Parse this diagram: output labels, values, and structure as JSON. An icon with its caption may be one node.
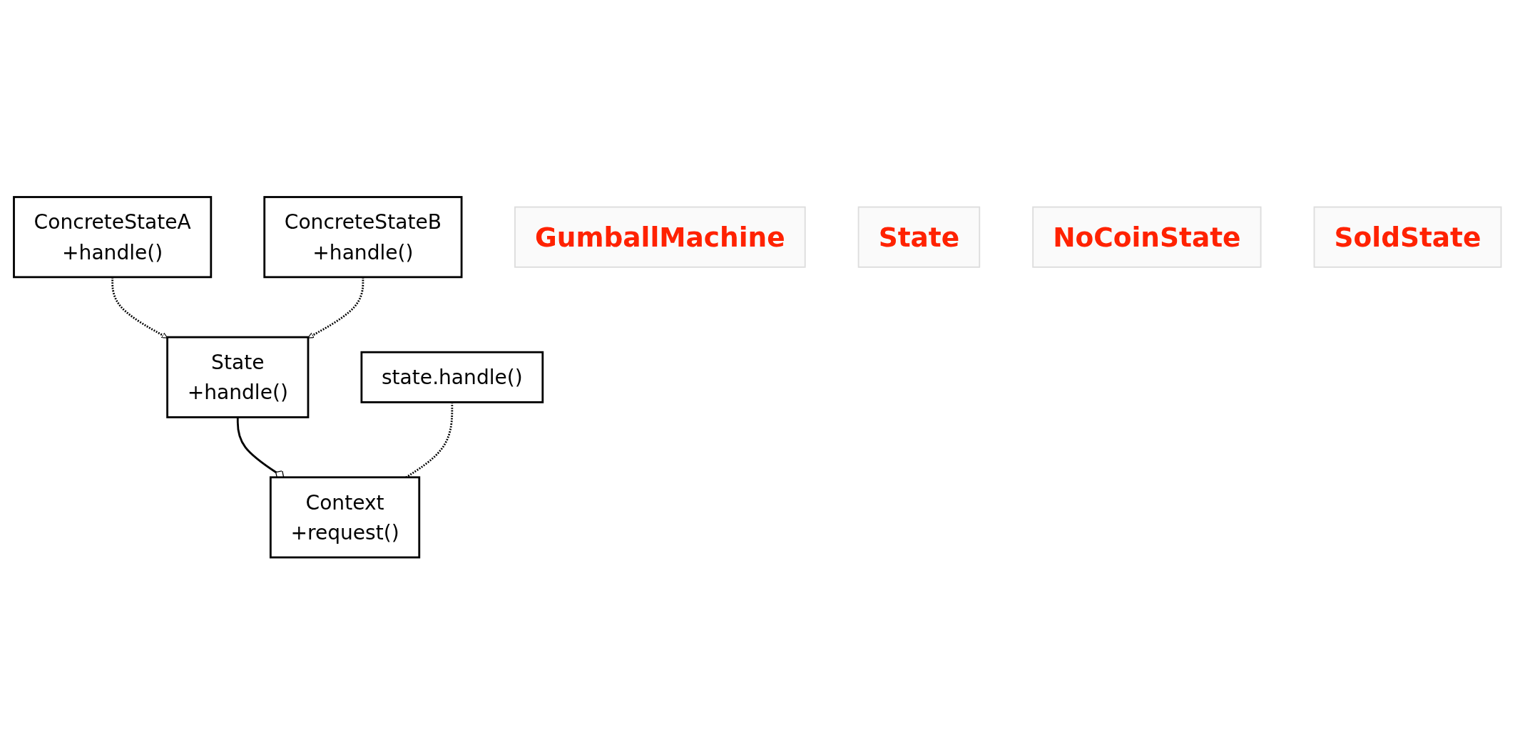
{
  "diagram": {
    "nodes": [
      {
        "text": [
          "Context",
          "+request()"
        ]
      },
      {
        "text": [
          "State",
          "+handle()"
        ]
      },
      {
        "text": [
          "ConcreteStateA",
          "+handle()"
        ]
      },
      {
        "text": [
          "ConcreteStateB",
          "+handle()"
        ]
      },
      {
        "text": [
          "state.handle()"
        ]
      },
      {
        "text": [
          "GumballMachine"
        ]
      },
      {
        "text": [
          "State"
        ]
      },
      {
        "text": [
          "NoCoinState"
        ]
      },
      {
        "text": [
          "SoldState"
        ]
      }
    ],
    "edges": [
      {
        "from": 1,
        "to": 0,
        "arrow": "other"
      },
      {
        "from": 2,
        "to": 1,
        "arrow": "to",
        "style": "dashed"
      },
      {
        "from": 3,
        "to": 1,
        "arrow": "to",
        "style": "dashed"
      },
      {
        "from": 4,
        "to": 0,
        "arrow": "none",
        "style": "dashed"
      }
    ]
  }
}
